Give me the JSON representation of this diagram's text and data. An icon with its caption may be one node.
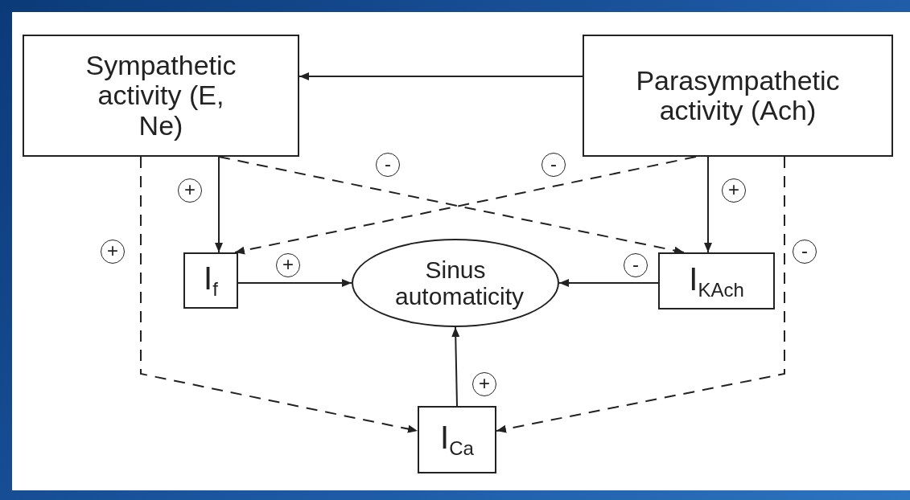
{
  "diagram": {
    "nodes": [
      {
        "text": [
          "Sympathetic activity (E, Ne)"
        ]
      },
      {
        "text": [
          "Parasympathetic activity (Ach)"
        ]
      },
      {
        "text": [
          "I$_{f}$"
        ]
      },
      {
        "text": [
          "Sinus automaticity"
        ]
      },
      {
        "text": [
          "I$_{KAch}$"
        ]
      },
      {
        "text": [
          "I$_{Ca}$"
        ]
      }
    ],
    "edges": [
      {
        "from": 1,
        "to": 0,
        "arrow": "to"
      },
      {
        "from": 0,
        "to": 2,
        "arrow": "to",
        "label": "+"
      },
      {
        "from": 0,
        "to": 4,
        "arrow": "to",
        "label": "-",
        "style": "dashed"
      },
      {
        "from": 1,
        "to": 2,
        "arrow": "to",
        "label": "-",
        "style": "dashed"
      },
      {
        "from": 1,
        "to": 4,
        "arrow": "to",
        "label": "+"
      },
      {
        "from": 0,
        "to": 5,
        "arrow": "to",
        "label": "+",
        "style": "dashed"
      },
      {
        "from": 1,
        "to": 5,
        "arrow": "to",
        "label": "-",
        "style": "dashed"
      },
      {
        "from": 2,
        "to": 3,
        "arrow": "to",
        "label": "+"
      },
      {
        "from": 4,
        "to": 3,
        "arrow": "to",
        "label": "-"
      },
      {
        "from": 5,
        "to": 3,
        "arrow": "to",
        "label": "+"
      }
    ]
  }
}
